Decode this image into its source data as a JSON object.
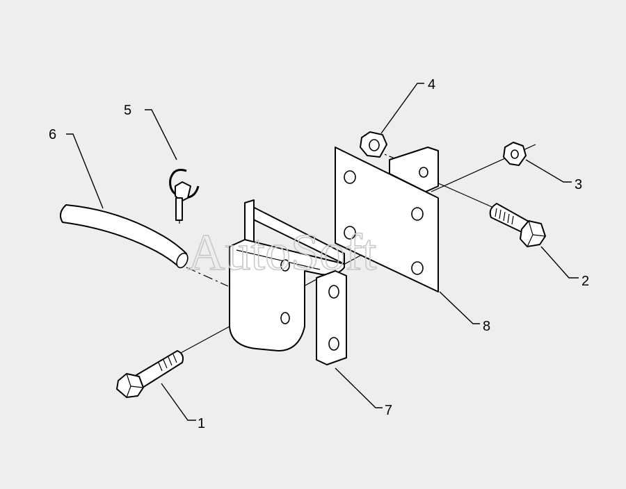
{
  "watermark": "AutoSoft",
  "colors": {
    "background": "#eeeeee",
    "line": "#000000",
    "part_fill": "#ffffff",
    "watermark": "#c8c8c8"
  },
  "callouts": [
    {
      "id": "1",
      "label": "1"
    },
    {
      "id": "2",
      "label": "2"
    },
    {
      "id": "3",
      "label": "3"
    },
    {
      "id": "4",
      "label": "4"
    },
    {
      "id": "5",
      "label": "5"
    },
    {
      "id": "6",
      "label": "6"
    },
    {
      "id": "7",
      "label": "7"
    },
    {
      "id": "8",
      "label": "8"
    }
  ]
}
